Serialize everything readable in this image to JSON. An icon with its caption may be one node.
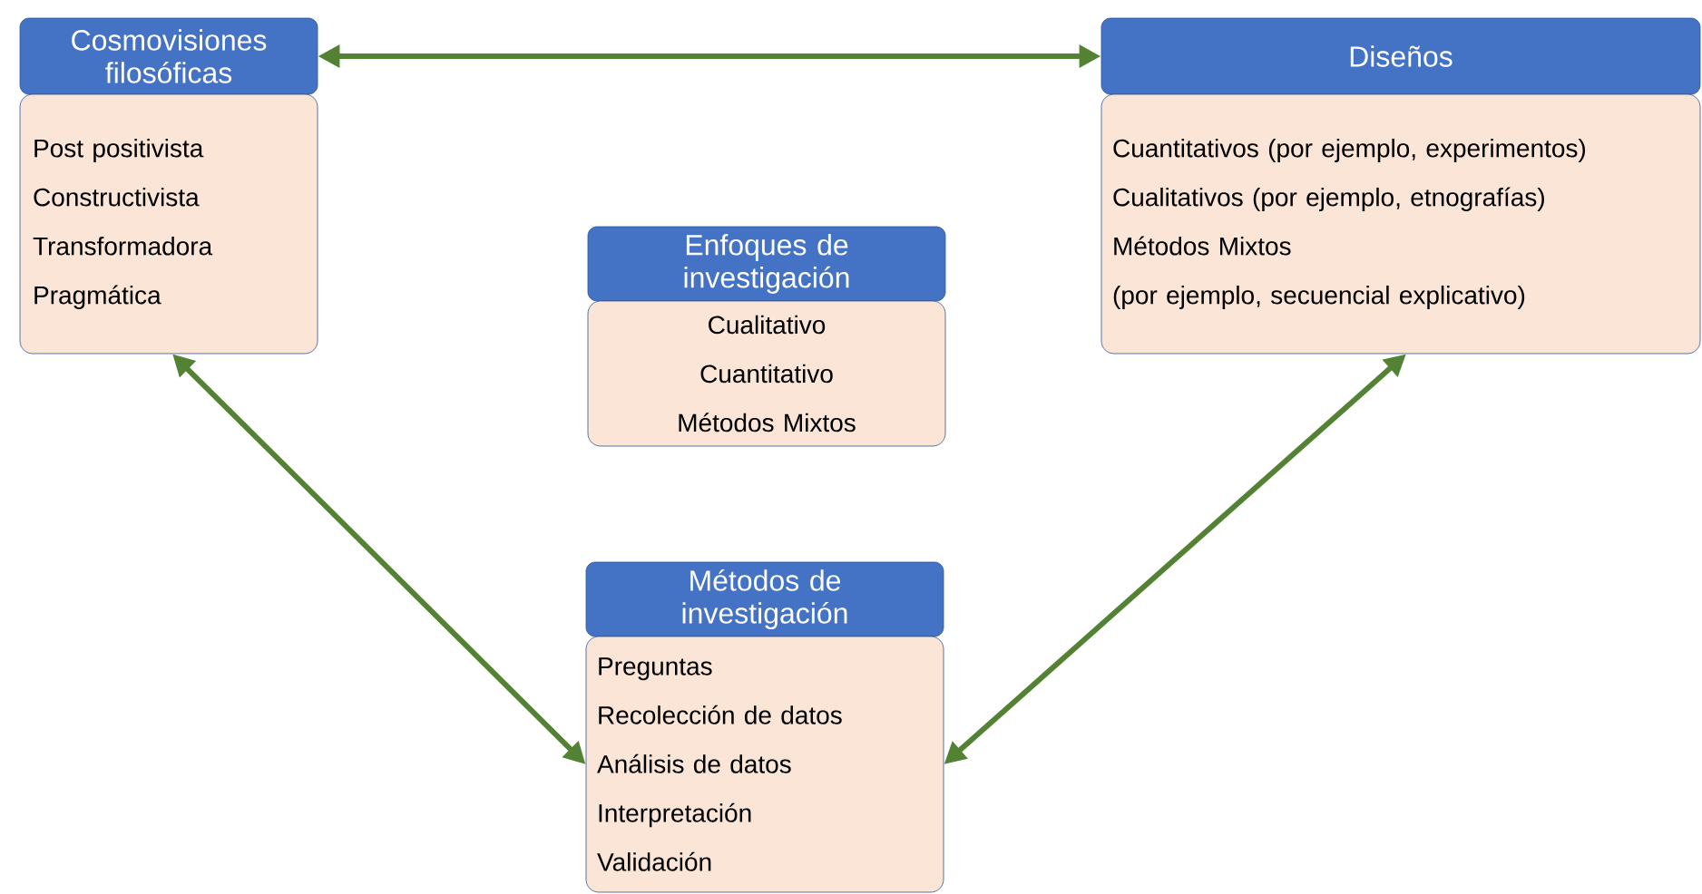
{
  "diagram": {
    "nodes": [
      {
        "text": [
          "Cosmovisiones filosóficas"
        ]
      },
      {
        "text": [
          "Post positivista",
          "Constructivista",
          "Transformadora",
          "Pragmática"
        ]
      },
      {
        "text": [
          "Diseños"
        ]
      },
      {
        "text": [
          "Cuantitativos (por ejemplo, experimentos)",
          "Cualitativos (por ejemplo, etnografías)",
          "Métodos Mixtos",
          "(por ejemplo, secuencial explicativo)"
        ]
      },
      {
        "text": [
          "Enfoques de investigación"
        ]
      },
      {
        "text": [
          "Cualitativo",
          "Cuantitativo",
          "Métodos Mixtos"
        ]
      },
      {
        "text": [
          "Métodos de investigación"
        ]
      },
      {
        "text": [
          "Preguntas",
          "Recolección de datos",
          "Análisis de datos",
          "Interpretación",
          "Validación"
        ]
      }
    ],
    "edges": [
      {
        "from": 0,
        "to": 2,
        "arrow": "both"
      },
      {
        "from": 1,
        "to": 7,
        "arrow": "both"
      },
      {
        "from": 3,
        "to": 7,
        "arrow": "both"
      }
    ]
  }
}
